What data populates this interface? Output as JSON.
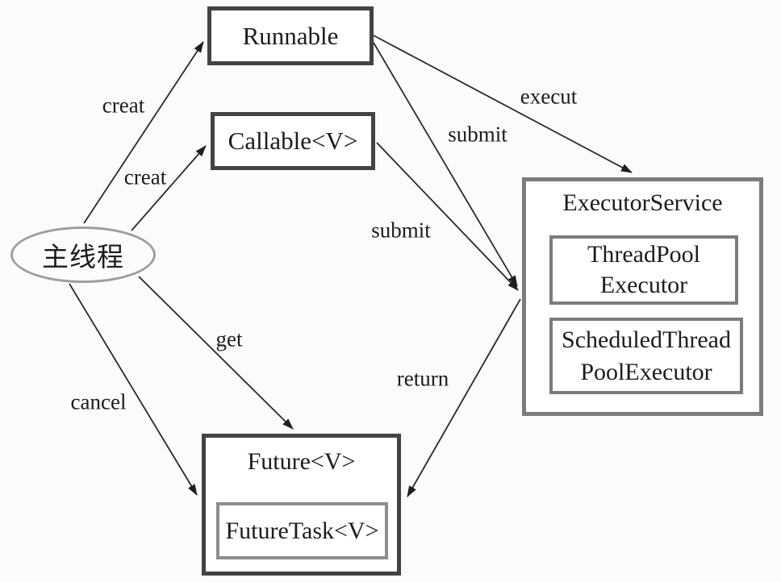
{
  "nodes": {
    "main_thread": {
      "label": "主线程",
      "shape": "ellipse"
    },
    "runnable": {
      "label": "Runnable"
    },
    "callable": {
      "label": "Callable<V>"
    },
    "executor_service": {
      "title": "ExecutorService",
      "implementations": [
        {
          "line1": "ThreadPool",
          "line2": "Executor"
        },
        {
          "line1": "ScheduledThread",
          "line2": "PoolExecutor"
        }
      ]
    },
    "future": {
      "title": "Future<V>",
      "implementation": {
        "label": "FutureTask<V>"
      }
    }
  },
  "edges": [
    {
      "from": "主线程",
      "to": "Runnable",
      "label": "creat"
    },
    {
      "from": "主线程",
      "to": "Callable<V>",
      "label": "creat"
    },
    {
      "from": "Runnable",
      "to": "ExecutorService",
      "label": "execut"
    },
    {
      "from": "Runnable",
      "to": "ExecutorService",
      "label": "submit"
    },
    {
      "from": "Callable<V>",
      "to": "ExecutorService",
      "label": "submit"
    },
    {
      "from": "主线程",
      "to": "Future<V>",
      "label": "get"
    },
    {
      "from": "主线程",
      "to": "Future<V>",
      "label": "cancel"
    },
    {
      "from": "ExecutorService",
      "to": "Future<V>",
      "label": "return"
    }
  ],
  "colors": {
    "background": "#fbfbfb",
    "node_fill": "#ffffff",
    "dark_border": "#434343",
    "gray_border": "#7c7c7c",
    "ellipse_border": "#9e9e9e",
    "inner_future_border": "#8e8e8e",
    "text": "#1c1c1c",
    "arrow": "#2a2a2a"
  }
}
